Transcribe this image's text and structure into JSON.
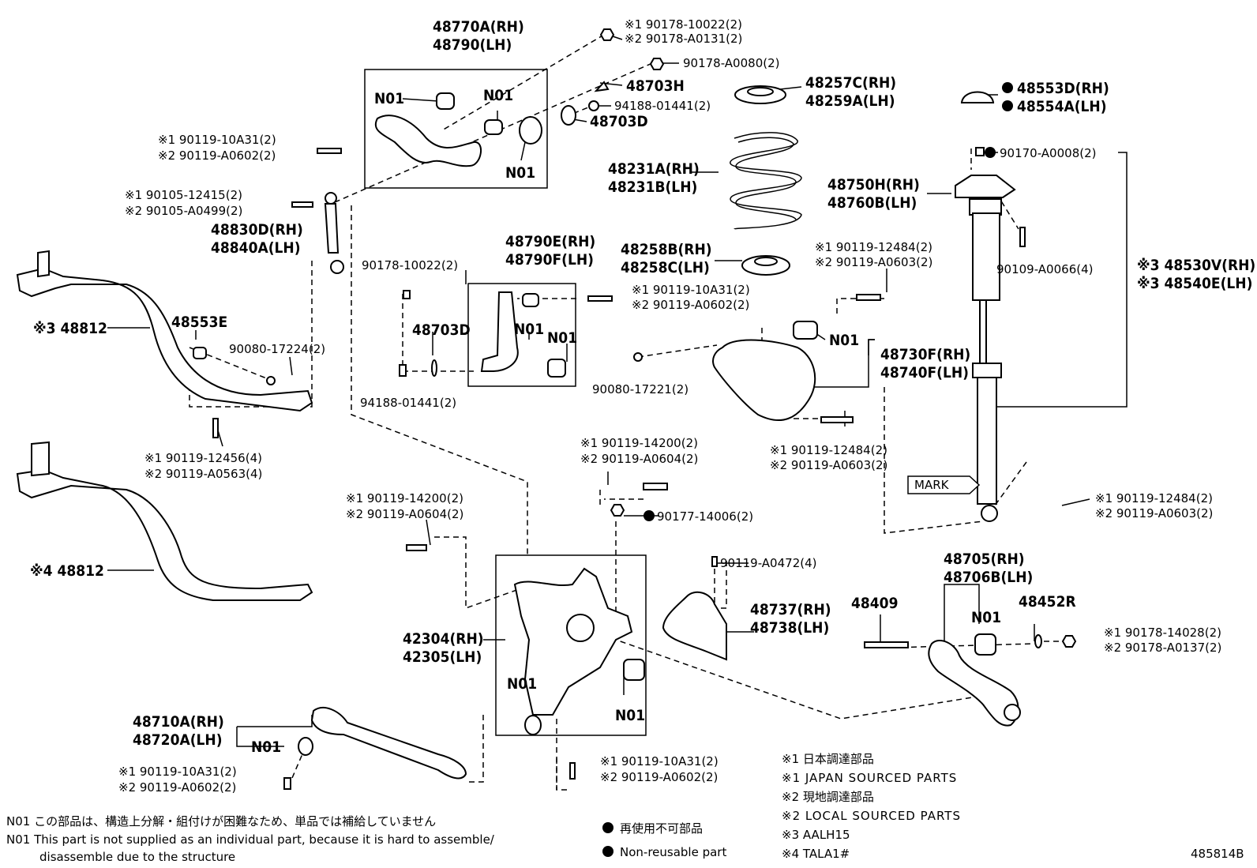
{
  "labels": {
    "upper_arm": [
      "48770A(RH)",
      "48790(LH)"
    ],
    "nut_90178_10022": [
      "※1 90178-10022(2)",
      "※2 90178-A0131(2)"
    ],
    "nut_90178_a0080": "90178-A0080(2)",
    "bracket_48703h": "48703H",
    "washer_94188_top": "94188-01441(2)",
    "cam_48703d_top": "48703D",
    "n01": "N01",
    "bolt_90119_10a31_top": [
      "※1 90119-10A31(2)",
      "※2 90119-A0602(2)"
    ],
    "bolt_90105": [
      "※1 90105-12415(2)",
      "※2 90105-A0499(2)"
    ],
    "link": [
      "48830D(RH)",
      "48840A(LH)"
    ],
    "stab_3": "※3 48812",
    "bushing": "48553E",
    "nut_90080_17224": "90080-17224(2)",
    "bolt_90119_12456": [
      "※1 90119-12456(4)",
      "※2 90119-A0563(4)"
    ],
    "stab_4": "※4 48812",
    "spring_seat_upper": [
      "48257C(RH)",
      "48259A(LH)"
    ],
    "spring": [
      "48231A(RH)",
      "48231B(LH)"
    ],
    "spring_seat_lower": [
      "48258B(RH)",
      "48258C(LH)"
    ],
    "cap": [
      "48553D(RH)",
      "48554A(LH)"
    ],
    "nut_90170": "90170-A0008(2)",
    "support": [
      "48750H(RH)",
      "48760B(LH)"
    ],
    "nut_90109": "90109-A0066(4)",
    "shock": [
      "※3 48530V(RH)",
      "※3 48540E(LH)"
    ],
    "bolt_90119_12484_a": [
      "※1 90119-12484(2)",
      "※2 90119-A0603(2)"
    ],
    "lower_arm_upper": [
      "48730F(RH)",
      "48740F(LH)"
    ],
    "nut_90080_17221": "90080-17221(2)",
    "bolt_90119_12484_b": [
      "※1 90119-12484(2)",
      "※2 90119-A0603(2)"
    ],
    "mark": "MARK",
    "bolt_90119_12484_c": [
      "※1 90119-12484(2)",
      "※2 90119-A0603(2)"
    ],
    "toe_arm": [
      "48790E(RH)",
      "48790F(LH)"
    ],
    "nut_90178_10022_mid": "90178-10022(2)",
    "bolt_90119_10a31_mid": [
      "※1 90119-10A31(2)",
      "※2 90119-A0602(2)"
    ],
    "cam_48703d_mid": "48703D",
    "washer_94188_mid": "94188-01441(2)",
    "bolt_90119_14200_a": [
      "※1 90119-14200(2)",
      "※2 90119-A0604(2)"
    ],
    "bolt_90119_14200_b": [
      "※1 90119-14200(2)",
      "※2 90119-A0604(2)"
    ],
    "nut_90177": "90177-14006(2)",
    "screw_90119_a0472": "90119-A0472(4)",
    "knuckle": [
      "42304(RH)",
      "42305(LH)"
    ],
    "cover": [
      "48737(RH)",
      "48738(LH)"
    ],
    "trailing_arm": [
      "48705(RH)",
      "48706B(LH)"
    ],
    "bolt_48409": "48409",
    "washer_48452r": "48452R",
    "nut_90178_14028": [
      "※1 90178-14028(2)",
      "※2 90178-A0137(2)"
    ],
    "lower_arm": [
      "48710A(RH)",
      "48720A(LH)"
    ],
    "bolt_90119_10a31_bot": [
      "※1 90119-10A31(2)",
      "※2 90119-A0602(2)"
    ],
    "bolt_90119_10a31_bot2": [
      "※1 90119-10A31(2)",
      "※2 90119-A0602(2)"
    ]
  },
  "notes": {
    "n01_jp": "N01 この部品は、構造上分解・組付けが困難なため、単品では補給していません",
    "n01_en": "N01 This part is not supplied as an individual part, because it is hard to assemble/",
    "n01_en2": "disassemble due to the structure",
    "nonreuse_jp": "再使用不可部品",
    "nonreuse_en": "Non-reusable part"
  },
  "legend": [
    "※1 日本調達部品",
    "※1 JAPAN SOURCED PARTS",
    "※2 現地調達部品",
    "※2 LOCAL SOURCED PARTS",
    "※3 AALH15",
    "※4 TALA1#"
  ],
  "diagram_id": "485814B"
}
